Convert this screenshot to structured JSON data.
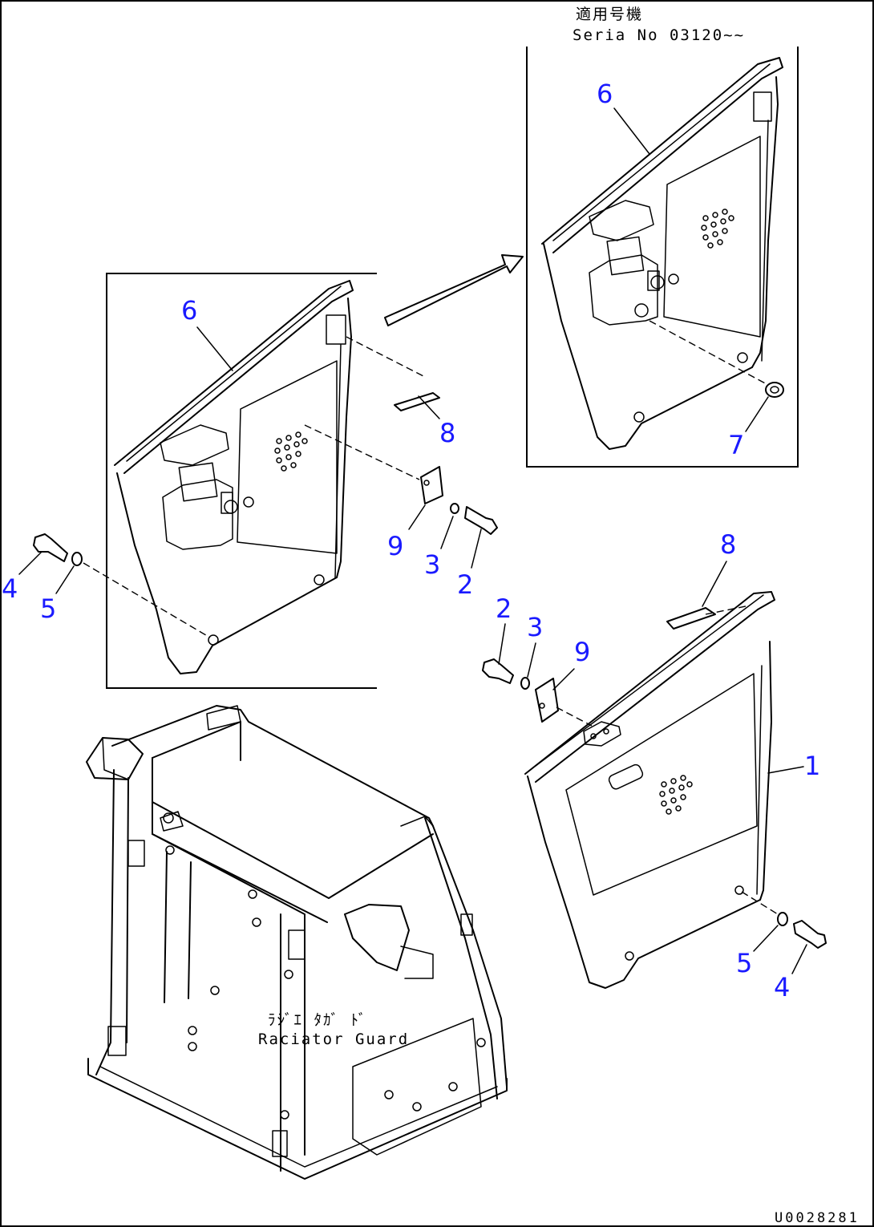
{
  "header": {
    "jp_label": "適用号機",
    "serial": "Seria  No 03120~~"
  },
  "guard_label": {
    "jp": "ﾗｼﾞｴ ﾀｶﾞ ﾄﾞ",
    "en": "Raciator Guard"
  },
  "callouts": {
    "inset_upper": [
      "6",
      "7"
    ],
    "inset_lower": [
      "6",
      "8",
      "9",
      "3",
      "2",
      "4",
      "5"
    ],
    "main": [
      "8",
      "2",
      "3",
      "9",
      "1",
      "5",
      "4"
    ]
  },
  "drawing_code": "U0028281",
  "colors": {
    "callout": "#1a1aff",
    "line": "#000000",
    "background": "#ffffff"
  }
}
